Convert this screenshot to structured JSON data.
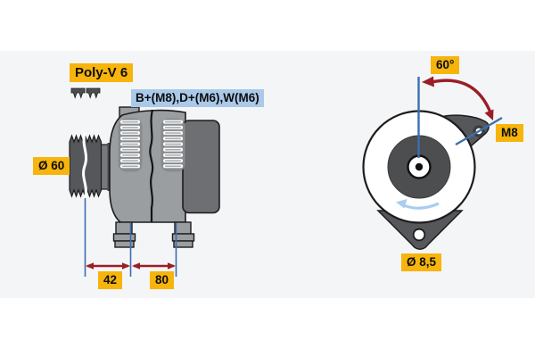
{
  "drawing_title": "alternator-technical-drawing",
  "side_view": {
    "belt_type_label": "Poly-V 6",
    "terminals_label": "B+(M8),D+(M6),W(M6)",
    "pulley_diameter_label": "Ø 60",
    "dim_front_label": "42",
    "dim_rear_label": "80"
  },
  "front_view": {
    "mount_angle_label": "60°",
    "mount_thread_label": "M8",
    "mount_hole_diameter_label": "Ø 8,5"
  },
  "icons": {
    "belt-profile-icon": "poly-v belt cross-section glyph",
    "angle-arc-arrow-icon": "curved double-headed dark red arrow",
    "rotation-direction-arrow-icon": "light blue counterclockwise arrow",
    "dimension-arrow-icon": "dark red double-headed linear arrow"
  },
  "colors": {
    "label_yellow": "#f6b40d",
    "label_blue": "#aac9e9",
    "dimension_red": "#9b1e25",
    "dimension_blue": "#3a6fae",
    "rotation_blue": "#a9cdee",
    "body_gray": "#9b9ea1",
    "dark_gray": "#55575a",
    "rear_box_gray": "#6d6f72",
    "rotor_gray": "#4c4e50",
    "background_band": "#f4f5f7"
  }
}
